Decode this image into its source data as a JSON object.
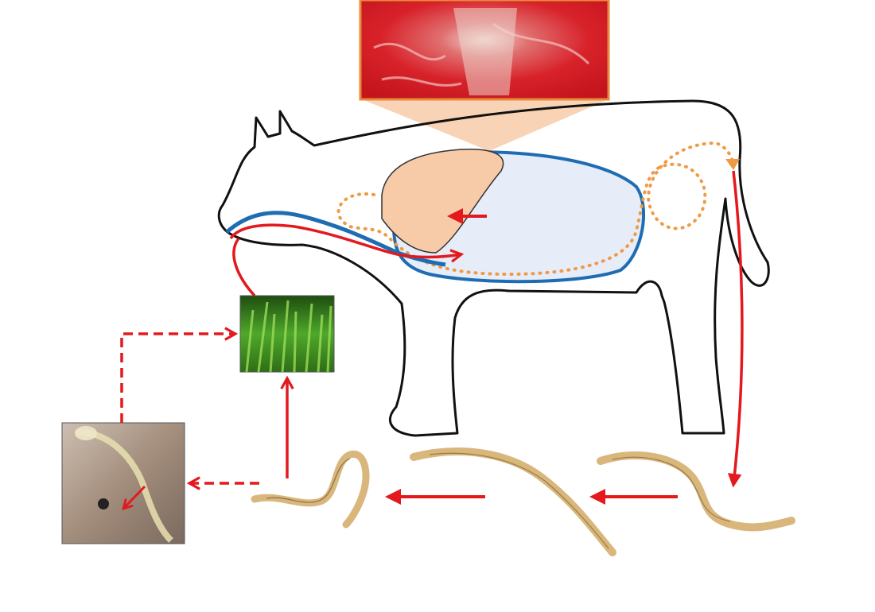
{
  "diagram": {
    "kind": "parasite life cycle in cattle",
    "colors": {
      "arrow": "#e3191e",
      "outline": "#111111",
      "blood_vessel_blue": "#1e6db3",
      "abomasum_fill": "#f8cba8",
      "rumen_fill": "#e6ecf8",
      "intestine_dotted": "#ef9a45",
      "worm": "#d9b77c",
      "lesion_photo": "#d8222a",
      "grass": "#3f9a22"
    },
    "images": [
      "lesion-photo",
      "grass-photo",
      "snail-photo",
      "larva-1",
      "larva-2",
      "adult-worm"
    ],
    "icons": [
      "cow-outline",
      "arrow",
      "dashed-arrow"
    ]
  }
}
